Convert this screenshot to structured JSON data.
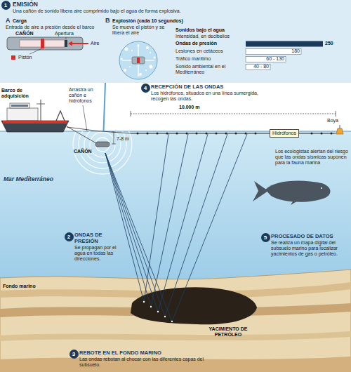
{
  "diagram": {
    "nodes": [
      {
        "text": [
          "EMISIÓN",
          "Una cañón de sonido libera aire comprimido bajo el agua de forma explosiva."
        ]
      },
      {
        "text": [
          "1"
        ],
        "in": 0
      },
      {
        "text": [
          "4"
        ]
      },
      {
        "text": [
          "Hidrófonos"
        ]
      },
      {
        "text": [
          "2"
        ]
      },
      {
        "text": [
          "5"
        ]
      },
      {
        "text": [
          "3"
        ]
      }
    ],
    "labels": [
      "A",
      "Carga",
      "Entrada de aire a presión desde el barco",
      "CAÑÓN",
      "Apertura",
      "Aire",
      "Pistón",
      "B",
      "Explosión (cada 10 segundos)",
      "Se mueve el pistón y se libera el aire",
      "Sonidos bajo el agua",
      "Intensidad, en decibelios",
      "Ondas de presión",
      "250",
      "Lesiones en cetáceos",
      "180",
      "Tráfico marítimo",
      "60 - 130",
      "Sonido ambiental en el Mediterráneo",
      "40 - 80",
      "Barco de adquisición",
      "Arrastra un cañón e hidrófonos",
      "RECEPCIÓN DE LAS ONDAS",
      "Los hidrófonos, situados en una línea sumergida, recogen las ondas.",
      "10.000 m",
      "CAÑÓN",
      "7-8 m",
      "Boya",
      "Mar Mediterráneo",
      "Los ecologistas alertan del riesgo que las ondas sísmicas suponen para la fauna marina",
      "ONDAS DE PRESIÓN",
      "Se propagan por el agua en todas las direcciones.",
      "PROCESADO DE DATOS",
      "Se realiza un mapa digital del subsuelo marino para localizar yacimientos de gas o petróleo.",
      "Fondo marino",
      "YACIMIENTO DE PETRÓLEO",
      "REBOTE EN EL FONDO MARINO",
      "Las ondas rebotan al chocar con las diferentes capas del subsuelo."
    ]
  }
}
